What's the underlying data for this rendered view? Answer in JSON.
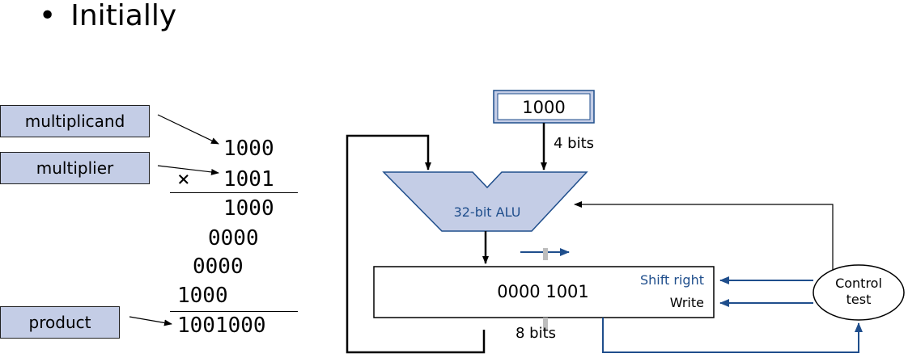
{
  "slide": {
    "bullet": "•",
    "heading": "Initially"
  },
  "labels": {
    "multiplicand": "multiplicand",
    "multiplier": "multiplier",
    "product": "product"
  },
  "arithmetic": {
    "multiplicand": "1000",
    "times_sign": "×",
    "multiplier": "1001",
    "partial_products": [
      "1000",
      "0000",
      "0000",
      "1000"
    ],
    "product": "1001000"
  },
  "hardware": {
    "multiplicand_register": "1000",
    "multiplicand_width": "4 bits",
    "alu_label": "32-bit ALU",
    "product_register": "0000 1001",
    "product_width": "8 bits",
    "shift_right": "Shift right",
    "write": "Write",
    "control_line1": "Control",
    "control_line2": "test",
    "colors": {
      "alu_fill": "#c4cde6",
      "control_blue": "#1f4e8c",
      "label_fill": "#c4cde6"
    }
  }
}
